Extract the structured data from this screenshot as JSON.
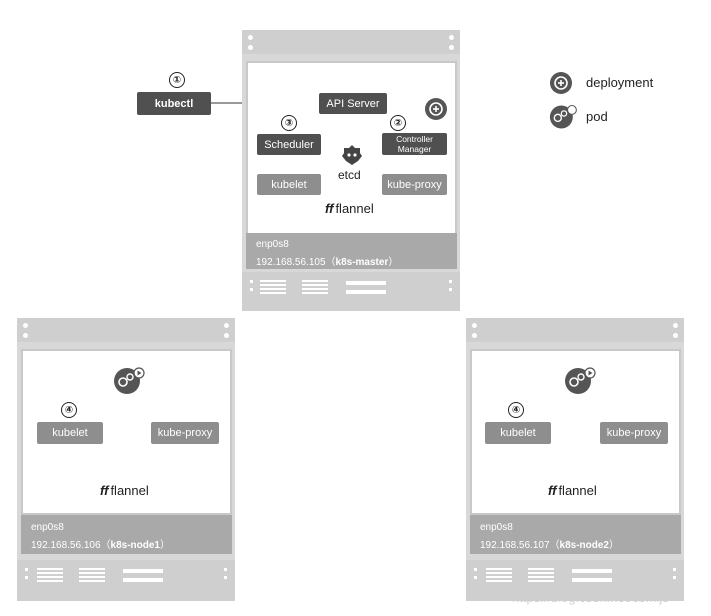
{
  "kubectl": {
    "label": "kubectl",
    "step": "①"
  },
  "master": {
    "api_server": "API Server",
    "scheduler": "Scheduler",
    "scheduler_step": "③",
    "controller_manager": "Controller Manager",
    "controller_step": "②",
    "kubelet": "kubelet",
    "kube_proxy": "kube-proxy",
    "etcd": "etcd",
    "flannel": "flannel",
    "iface": "enp0s8",
    "ip": "192.168.56.105（",
    "host": "k8s-master",
    "close": "）"
  },
  "nodes": [
    {
      "step": "④",
      "kubelet": "kubelet",
      "kube_proxy": "kube-proxy",
      "flannel": "flannel",
      "iface": "enp0s8",
      "ip": "192.168.56.106（",
      "host": "k8s-node1",
      "close": "）"
    },
    {
      "step": "④",
      "kubelet": "kubelet",
      "kube_proxy": "kube-proxy",
      "flannel": "flannel",
      "iface": "enp0s8",
      "ip": "192.168.56.107（",
      "host": "k8s-node2",
      "close": "）"
    }
  ],
  "legend": {
    "deployment": "deployment",
    "pod": "pod"
  },
  "watermark": "https://blog.csdn.net/cbmljs",
  "colors": {
    "dark_box": "#505050",
    "grey_box": "#8e8e8e",
    "frame": "#d8d8d8",
    "net_band": "#a9a9a9"
  },
  "icons": [
    "deployment-icon",
    "pod-icon",
    "etcd-icon",
    "flannel-icon"
  ]
}
